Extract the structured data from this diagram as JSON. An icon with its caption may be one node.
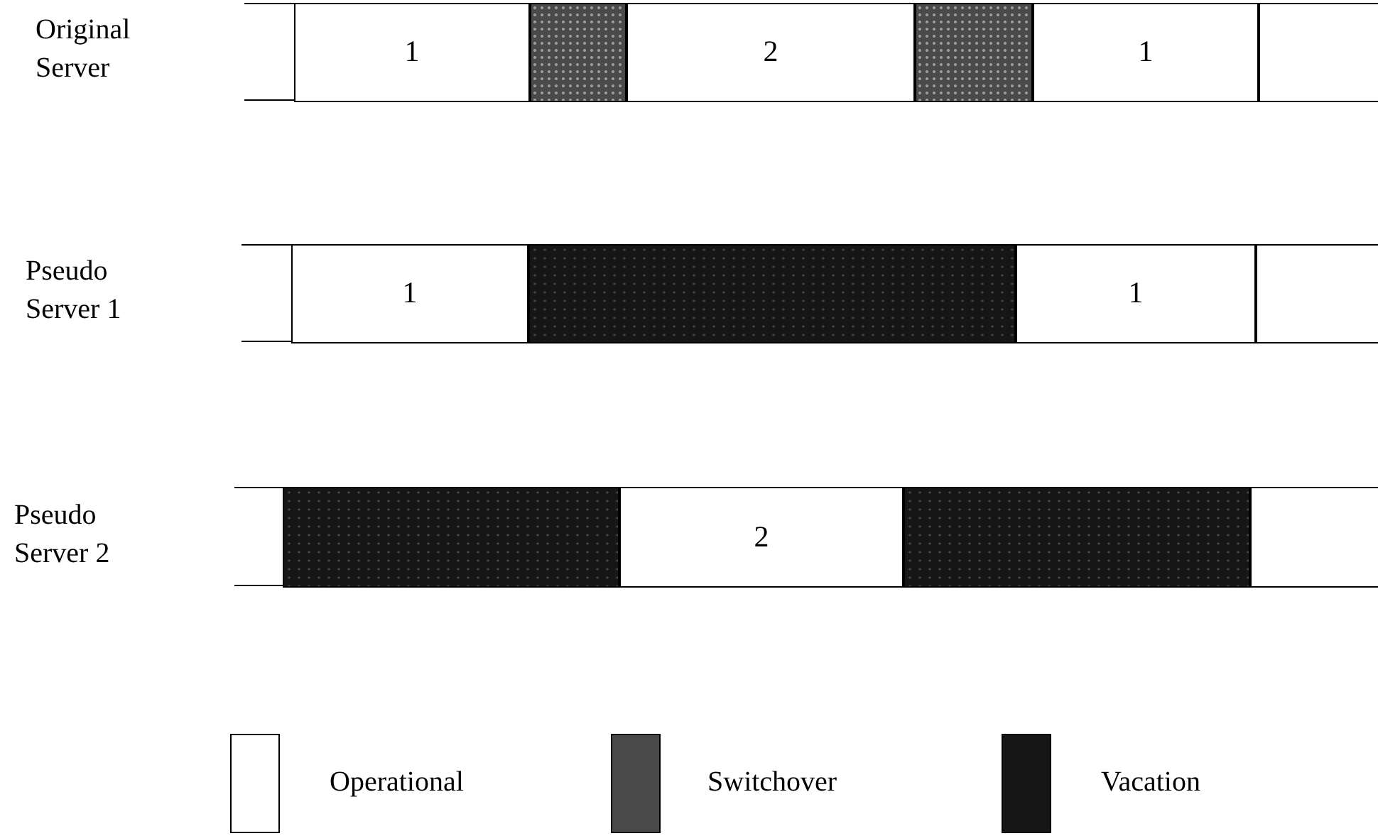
{
  "diagram": {
    "nodes": [
      {
        "text": [
          "1"
        ]
      },
      {
        "text": [],
        "shape": "box"
      },
      {
        "text": [
          "2"
        ]
      },
      {
        "text": [],
        "shape": "box"
      },
      {
        "text": [
          "1"
        ]
      },
      {
        "text": [],
        "shape": "box"
      },
      {
        "text": [
          "1"
        ]
      },
      {
        "text": [],
        "shape": "box"
      },
      {
        "text": [
          "1"
        ]
      },
      {
        "text": [],
        "shape": "box"
      },
      {
        "text": [],
        "shape": "box"
      },
      {
        "text": [
          "2"
        ]
      },
      {
        "text": [],
        "shape": "box"
      },
      {
        "text": [],
        "shape": "box"
      }
    ],
    "labels": [
      "Original Server",
      "Pseudo Server 1",
      "Pseudo Server 2"
    ],
    "legend": [
      {
        "text": "Operational",
        "color": "#ffffff"
      },
      {
        "text": "Switchover",
        "color": "#4a4a4a"
      },
      {
        "text": "Vacation",
        "color": "#161616"
      }
    ]
  }
}
